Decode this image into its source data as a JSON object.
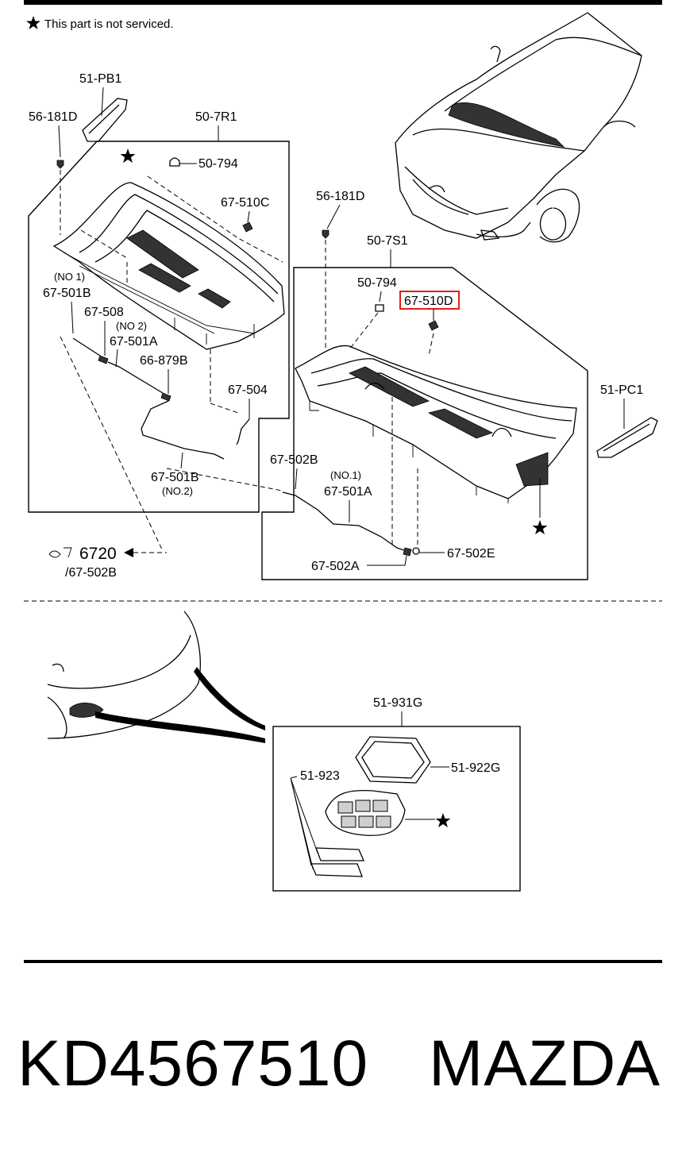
{
  "note": "This part is not serviced.",
  "callouts": {
    "c51pb1": "51-PB1",
    "c56181d_left": "56-181D",
    "c507r1": "50-7R1",
    "c50794_left": "50-794",
    "c67510c": "67-510C",
    "no1_left": "(NO 1)",
    "c67501b_top": "67-501B",
    "c67508": "67-508",
    "no2_top": "(NO 2)",
    "c67501a_left": "67-501A",
    "c66879b": "66-879B",
    "c67504": "67-504",
    "c67501b_bottom": "67-501B",
    "no2_bottom": "(NO.2)",
    "ref6720": "6720",
    "ref67502b": "/67-502B",
    "c56181d_right": "56-181D",
    "c507s1": "50-7S1",
    "c50794_right": "50-794",
    "c67510d": "67-510D",
    "c51pc1": "51-PC1",
    "c67502b": "67-502B",
    "no1_right": "(NO.1)",
    "c67501a_right": "67-501A",
    "c67502e": "67-502E",
    "c67502a": "67-502A",
    "c51931g": "51-931G",
    "c51922g": "51-922G",
    "c51923": "51-923"
  },
  "highlight": {
    "color": "#e0201b"
  },
  "footer": {
    "part_number": "KD4567510",
    "brand": "MAZDA"
  }
}
